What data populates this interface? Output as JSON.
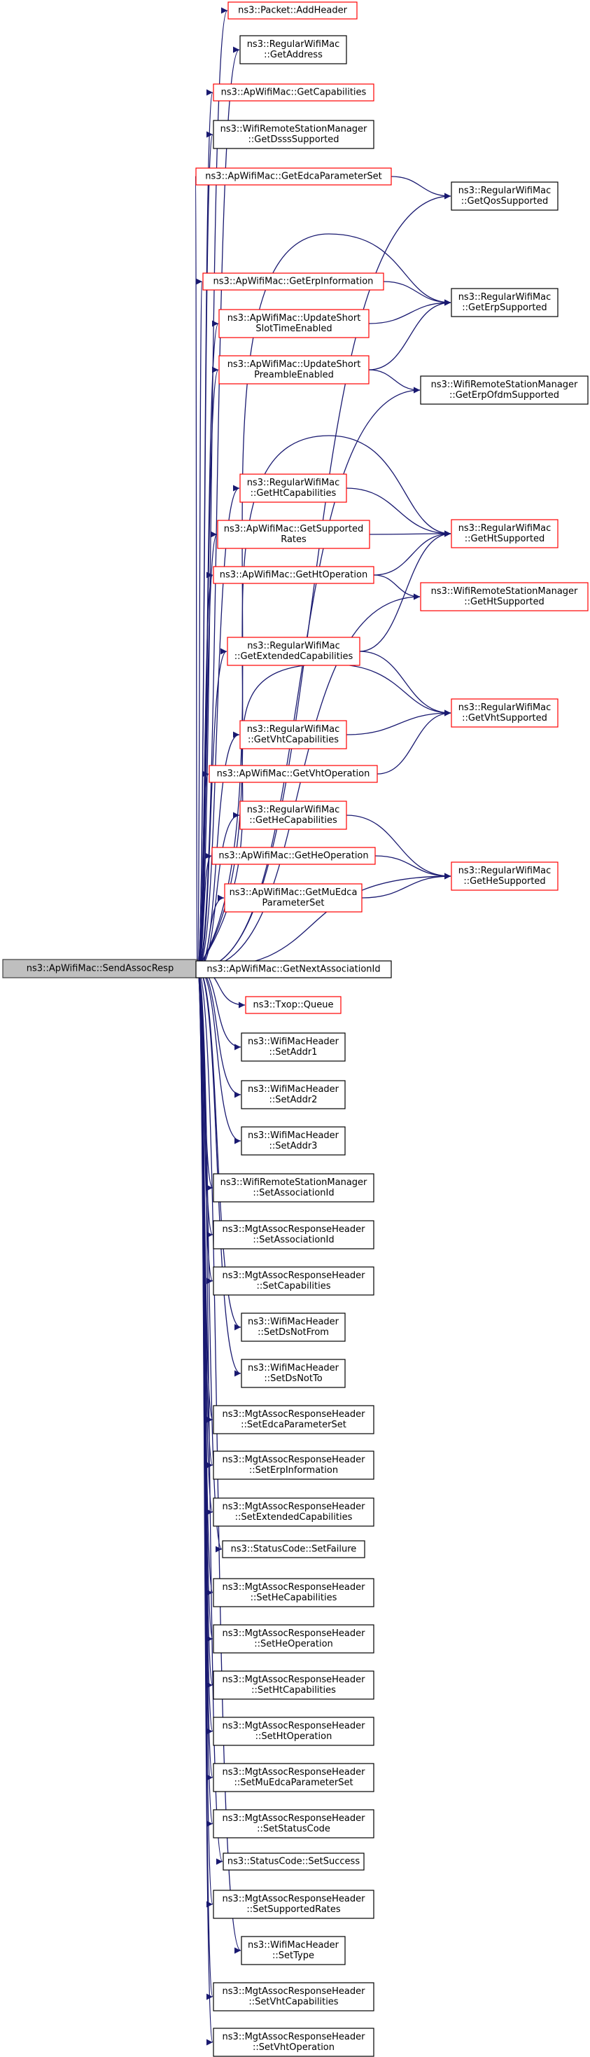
{
  "graph": {
    "colors": {
      "edge": "#191970",
      "root_fill": "#bfbfbf",
      "root_border": "#404040",
      "link_border": "#ff0000",
      "leaf_border": "#000000",
      "node_fill": "#ffffff"
    },
    "root": {
      "id": "root",
      "lines": [
        "ns3::ApWifiMac::SendAssocResp"
      ]
    },
    "nodes": [
      {
        "id": "addheader",
        "lines": [
          "ns3::Packet::AddHeader"
        ],
        "style": "link"
      },
      {
        "id": "getaddress",
        "lines": [
          "ns3::RegularWifiMac",
          "::GetAddress"
        ],
        "style": "leaf"
      },
      {
        "id": "getcapabilities",
        "lines": [
          "ns3::ApWifiMac::GetCapabilities"
        ],
        "style": "link"
      },
      {
        "id": "getdsss",
        "lines": [
          "ns3::WifiRemoteStationManager",
          "::GetDsssSupported"
        ],
        "style": "leaf"
      },
      {
        "id": "getedca",
        "lines": [
          "ns3::ApWifiMac::GetEdcaParameterSet"
        ],
        "style": "link"
      },
      {
        "id": "getqos",
        "lines": [
          "ns3::RegularWifiMac",
          "::GetQosSupported"
        ],
        "style": "leaf"
      },
      {
        "id": "geterpinfo",
        "lines": [
          "ns3::ApWifiMac::GetErpInformation"
        ],
        "style": "link"
      },
      {
        "id": "updateslot",
        "lines": [
          "ns3::ApWifiMac::UpdateShort",
          "SlotTimeEnabled"
        ],
        "style": "link"
      },
      {
        "id": "geterpsupported",
        "lines": [
          "ns3::RegularWifiMac",
          "::GetErpSupported"
        ],
        "style": "leaf"
      },
      {
        "id": "updatepreamble",
        "lines": [
          "ns3::ApWifiMac::UpdateShort",
          "PreambleEnabled"
        ],
        "style": "link"
      },
      {
        "id": "getofdm",
        "lines": [
          "ns3::WifiRemoteStationManager",
          "::GetErpOfdmSupported"
        ],
        "style": "leaf"
      },
      {
        "id": "gethtcap",
        "lines": [
          "ns3::RegularWifiMac",
          "::GetHtCapabilities"
        ],
        "style": "link"
      },
      {
        "id": "getsuprates",
        "lines": [
          "ns3::ApWifiMac::GetSupported",
          "Rates"
        ],
        "style": "link"
      },
      {
        "id": "gethtsupported",
        "lines": [
          "ns3::RegularWifiMac",
          "::GetHtSupported"
        ],
        "style": "link"
      },
      {
        "id": "gethtop",
        "lines": [
          "ns3::ApWifiMac::GetHtOperation"
        ],
        "style": "link"
      },
      {
        "id": "wrsmhtsupported",
        "lines": [
          "ns3::WifiRemoteStationManager",
          "::GetHtSupported"
        ],
        "style": "link"
      },
      {
        "id": "getextcap",
        "lines": [
          "ns3::RegularWifiMac",
          "::GetExtendedCapabilities"
        ],
        "style": "link"
      },
      {
        "id": "getvhtsupported",
        "lines": [
          "ns3::RegularWifiMac",
          "::GetVhtSupported"
        ],
        "style": "link"
      },
      {
        "id": "getvhtcap",
        "lines": [
          "ns3::RegularWifiMac",
          "::GetVhtCapabilities"
        ],
        "style": "link"
      },
      {
        "id": "getvhtop",
        "lines": [
          "ns3::ApWifiMac::GetVhtOperation"
        ],
        "style": "link"
      },
      {
        "id": "gethecap",
        "lines": [
          "ns3::RegularWifiMac",
          "::GetHeCapabilities"
        ],
        "style": "link"
      },
      {
        "id": "getheop",
        "lines": [
          "ns3::ApWifiMac::GetHeOperation"
        ],
        "style": "link"
      },
      {
        "id": "gethesupported",
        "lines": [
          "ns3::RegularWifiMac",
          "::GetHeSupported"
        ],
        "style": "link"
      },
      {
        "id": "getmuedca",
        "lines": [
          "ns3::ApWifiMac::GetMuEdca",
          "ParameterSet"
        ],
        "style": "link"
      },
      {
        "id": "getnextaid",
        "lines": [
          "ns3::ApWifiMac::GetNextAssociationId"
        ],
        "style": "leaf"
      },
      {
        "id": "txopqueue",
        "lines": [
          "ns3::Txop::Queue"
        ],
        "style": "link"
      },
      {
        "id": "setaddr1",
        "lines": [
          "ns3::WifiMacHeader",
          "::SetAddr1"
        ],
        "style": "leaf"
      },
      {
        "id": "setaddr2",
        "lines": [
          "ns3::WifiMacHeader",
          "::SetAddr2"
        ],
        "style": "leaf"
      },
      {
        "id": "setaddr3",
        "lines": [
          "ns3::WifiMacHeader",
          "::SetAddr3"
        ],
        "style": "leaf"
      },
      {
        "id": "wrsmsetaid",
        "lines": [
          "ns3::WifiRemoteStationManager",
          "::SetAssociationId"
        ],
        "style": "leaf"
      },
      {
        "id": "marhsetaid",
        "lines": [
          "ns3::MgtAssocResponseHeader",
          "::SetAssociationId"
        ],
        "style": "leaf"
      },
      {
        "id": "marhsetcap",
        "lines": [
          "ns3::MgtAssocResponseHeader",
          "::SetCapabilities"
        ],
        "style": "leaf"
      },
      {
        "id": "setdsnotfrom",
        "lines": [
          "ns3::WifiMacHeader",
          "::SetDsNotFrom"
        ],
        "style": "leaf"
      },
      {
        "id": "setdsnotto",
        "lines": [
          "ns3::WifiMacHeader",
          "::SetDsNotTo"
        ],
        "style": "leaf"
      },
      {
        "id": "marhsetedca",
        "lines": [
          "ns3::MgtAssocResponseHeader",
          "::SetEdcaParameterSet"
        ],
        "style": "leaf"
      },
      {
        "id": "marhseterp",
        "lines": [
          "ns3::MgtAssocResponseHeader",
          "::SetErpInformation"
        ],
        "style": "leaf"
      },
      {
        "id": "marhsetext",
        "lines": [
          "ns3::MgtAssocResponseHeader",
          "::SetExtendedCapabilities"
        ],
        "style": "leaf"
      },
      {
        "id": "setfailure",
        "lines": [
          "ns3::StatusCode::SetFailure"
        ],
        "style": "leaf"
      },
      {
        "id": "marhsethecap",
        "lines": [
          "ns3::MgtAssocResponseHeader",
          "::SetHeCapabilities"
        ],
        "style": "leaf"
      },
      {
        "id": "marhsetheop",
        "lines": [
          "ns3::MgtAssocResponseHeader",
          "::SetHeOperation"
        ],
        "style": "leaf"
      },
      {
        "id": "marhsethtcap",
        "lines": [
          "ns3::MgtAssocResponseHeader",
          "::SetHtCapabilities"
        ],
        "style": "leaf"
      },
      {
        "id": "marhsethtop",
        "lines": [
          "ns3::MgtAssocResponseHeader",
          "::SetHtOperation"
        ],
        "style": "leaf"
      },
      {
        "id": "marhsetmuedca",
        "lines": [
          "ns3::MgtAssocResponseHeader",
          "::SetMuEdcaParameterSet"
        ],
        "style": "leaf"
      },
      {
        "id": "marhsetstatus",
        "lines": [
          "ns3::MgtAssocResponseHeader",
          "::SetStatusCode"
        ],
        "style": "leaf"
      },
      {
        "id": "setsuccess",
        "lines": [
          "ns3::StatusCode::SetSuccess"
        ],
        "style": "leaf"
      },
      {
        "id": "marhsetrates",
        "lines": [
          "ns3::MgtAssocResponseHeader",
          "::SetSupportedRates"
        ],
        "style": "leaf"
      },
      {
        "id": "settype",
        "lines": [
          "ns3::WifiMacHeader",
          "::SetType"
        ],
        "style": "leaf"
      },
      {
        "id": "marhsetvhtcap",
        "lines": [
          "ns3::MgtAssocResponseHeader",
          "::SetVhtCapabilities"
        ],
        "style": "leaf"
      },
      {
        "id": "marhsetvhtop",
        "lines": [
          "ns3::MgtAssocResponseHeader",
          "::SetVhtOperation"
        ],
        "style": "leaf"
      }
    ],
    "edges": [
      [
        "root",
        "addheader"
      ],
      [
        "root",
        "getaddress"
      ],
      [
        "root",
        "getcapabilities"
      ],
      [
        "root",
        "getdsss"
      ],
      [
        "root",
        "getedca"
      ],
      [
        "root",
        "getqos"
      ],
      [
        "root",
        "geterpinfo"
      ],
      [
        "root",
        "updateslot"
      ],
      [
        "root",
        "geterpsupported"
      ],
      [
        "root",
        "updatepreamble"
      ],
      [
        "root",
        "getofdm"
      ],
      [
        "root",
        "gethtcap"
      ],
      [
        "root",
        "getsuprates"
      ],
      [
        "root",
        "gethtsupported"
      ],
      [
        "root",
        "gethtop"
      ],
      [
        "root",
        "wrsmhtsupported"
      ],
      [
        "root",
        "getextcap"
      ],
      [
        "root",
        "getvhtsupported"
      ],
      [
        "root",
        "getvhtcap"
      ],
      [
        "root",
        "getvhtop"
      ],
      [
        "root",
        "gethecap"
      ],
      [
        "root",
        "getheop"
      ],
      [
        "root",
        "gethesupported"
      ],
      [
        "root",
        "getmuedca"
      ],
      [
        "root",
        "getnextaid"
      ],
      [
        "root",
        "txopqueue"
      ],
      [
        "root",
        "setaddr1"
      ],
      [
        "root",
        "setaddr2"
      ],
      [
        "root",
        "setaddr3"
      ],
      [
        "root",
        "wrsmsetaid"
      ],
      [
        "root",
        "marhsetaid"
      ],
      [
        "root",
        "marhsetcap"
      ],
      [
        "root",
        "setdsnotfrom"
      ],
      [
        "root",
        "setdsnotto"
      ],
      [
        "root",
        "marhsetedca"
      ],
      [
        "root",
        "marhseterp"
      ],
      [
        "root",
        "marhsetext"
      ],
      [
        "root",
        "setfailure"
      ],
      [
        "root",
        "marhsethecap"
      ],
      [
        "root",
        "marhsetheop"
      ],
      [
        "root",
        "marhsethtcap"
      ],
      [
        "root",
        "marhsethtop"
      ],
      [
        "root",
        "marhsetmuedca"
      ],
      [
        "root",
        "marhsetstatus"
      ],
      [
        "root",
        "setsuccess"
      ],
      [
        "root",
        "marhsetrates"
      ],
      [
        "root",
        "settype"
      ],
      [
        "root",
        "marhsetvhtcap"
      ],
      [
        "root",
        "marhsetvhtop"
      ],
      [
        "getedca",
        "getqos"
      ],
      [
        "geterpinfo",
        "geterpsupported"
      ],
      [
        "updateslot",
        "geterpsupported"
      ],
      [
        "updatepreamble",
        "geterpsupported"
      ],
      [
        "updatepreamble",
        "getofdm"
      ],
      [
        "gethtcap",
        "gethtsupported"
      ],
      [
        "getsuprates",
        "gethtsupported"
      ],
      [
        "gethtop",
        "gethtsupported"
      ],
      [
        "gethtop",
        "wrsmhtsupported"
      ],
      [
        "getextcap",
        "gethtsupported"
      ],
      [
        "getextcap",
        "getvhtsupported"
      ],
      [
        "getvhtcap",
        "getvhtsupported"
      ],
      [
        "getvhtop",
        "getvhtsupported"
      ],
      [
        "gethecap",
        "gethesupported"
      ],
      [
        "getheop",
        "gethesupported"
      ],
      [
        "getmuedca",
        "gethesupported"
      ]
    ]
  }
}
